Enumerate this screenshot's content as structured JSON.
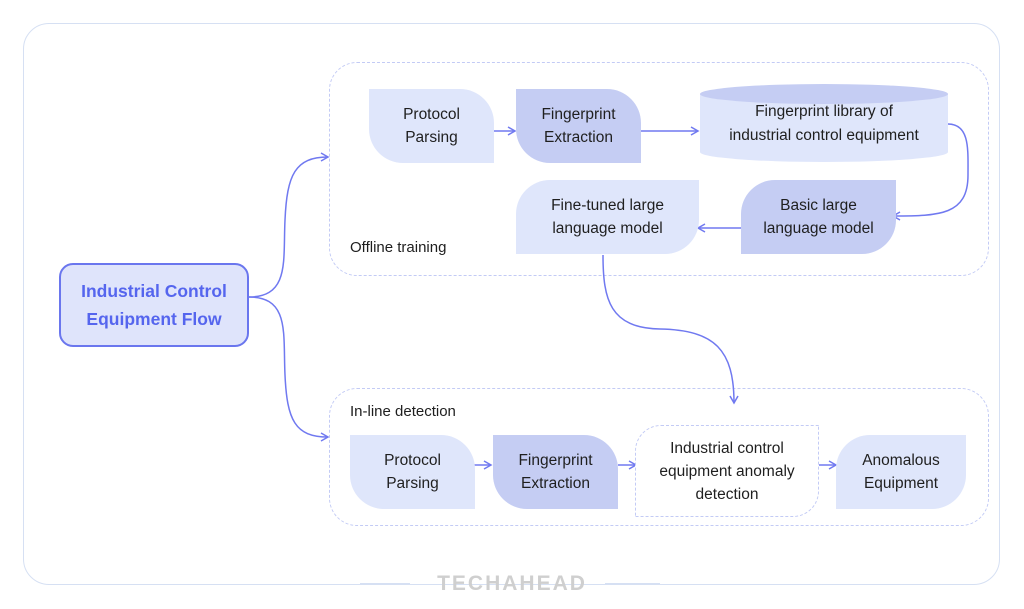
{
  "root": {
    "label_line1": "Industrial Control",
    "label_line2": "Equipment Flow"
  },
  "offline": {
    "label": "Offline training",
    "nodes": {
      "protocol_parsing": [
        "Protocol",
        "Parsing"
      ],
      "fingerprint_extraction": [
        "Fingerprint",
        "Extraction"
      ],
      "fingerprint_library": [
        "Fingerprint library of",
        "industrial control equipment"
      ],
      "basic_llm": [
        "Basic large",
        "language model"
      ],
      "finetuned_llm": [
        "Fine-tuned large",
        "language model"
      ]
    }
  },
  "inline": {
    "label": "In-line detection",
    "nodes": {
      "protocol_parsing": [
        "Protocol",
        "Parsing"
      ],
      "fingerprint_extraction": [
        "Fingerprint",
        "Extraction"
      ],
      "anomaly_detection": [
        "Industrial control",
        "equipment anomaly",
        "detection"
      ],
      "anomalous_equipment": [
        "Anomalous",
        "Equipment"
      ]
    }
  },
  "watermark": "TECHAHEAD",
  "colors": {
    "line": "#7079f0",
    "light_fill": "#dfe6fb",
    "dark_fill": "#c5cdf3",
    "root_text": "#5565ee"
  }
}
